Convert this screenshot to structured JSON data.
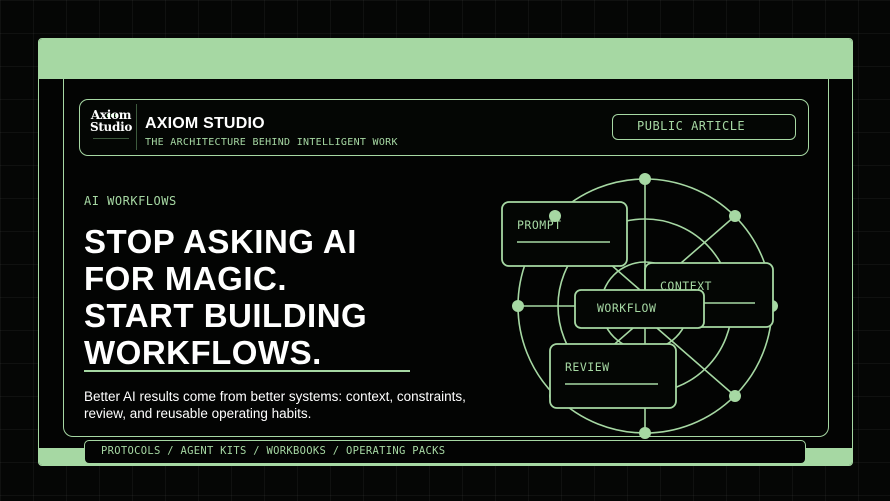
{
  "brand": {
    "logo_line1": "Axiom",
    "logo_line2": "Studio",
    "name": "AXIOM STUDIO",
    "tagline": "THE ARCHITECTURE BEHIND INTELLIGENT WORK"
  },
  "badge": "PUBLIC ARTICLE",
  "hero": {
    "eyebrow": "AI WORKFLOWS",
    "headline_lines": [
      "STOP ASKING AI",
      "FOR MAGIC.",
      "START BUILDING",
      "WORKFLOWS."
    ],
    "subhead": "Better AI results come from better systems: context, constraints, review, and reusable operating habits."
  },
  "diagram": {
    "nodes": {
      "prompt": "PROMPT",
      "context": "CONTEXT",
      "workflow": "WORKFLOW",
      "review": "REVIEW"
    }
  },
  "footer": "PROTOCOLS / AGENT KITS / WORKBOOKS / OPERATING PACKS",
  "colors": {
    "accent": "#a6d8a3",
    "background": "#030403",
    "text": "#ffffff"
  }
}
